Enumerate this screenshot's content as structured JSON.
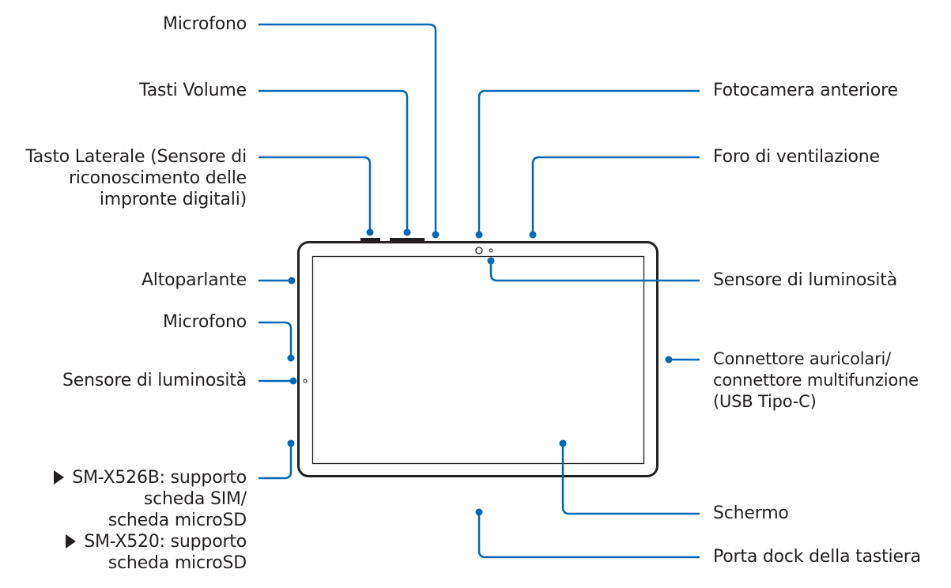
{
  "colors": {
    "leader": "#0068b4",
    "outline": "#231f20",
    "background": "#ffffff"
  },
  "labels": {
    "microfono_top": "Microfono",
    "tasti_volume": "Tasti Volume",
    "tasto_laterale": [
      "Tasto Laterale (Sensore di",
      "riconoscimento delle",
      "impronte digitali)"
    ],
    "altoparlante": "Altoparlante",
    "microfono_side": "Microfono",
    "sensore_luminosita_left": "Sensore di luminosità",
    "sim_tray": [
      "SM-X526B: supporto",
      "scheda SIM/",
      "scheda microSD",
      "SM-X520: supporto",
      "scheda microSD"
    ],
    "fotocamera_anteriore": "Fotocamera anteriore",
    "foro_ventilazione": "Foro di ventilazione",
    "sensore_luminosita_right": "Sensore di luminosità",
    "connettore": [
      "Connettore auricolari/",
      "connettore multifunzione",
      "(USB Tipo-C)"
    ],
    "schermo": "Schermo",
    "porta_dock": "Porta dock della tastiera"
  }
}
